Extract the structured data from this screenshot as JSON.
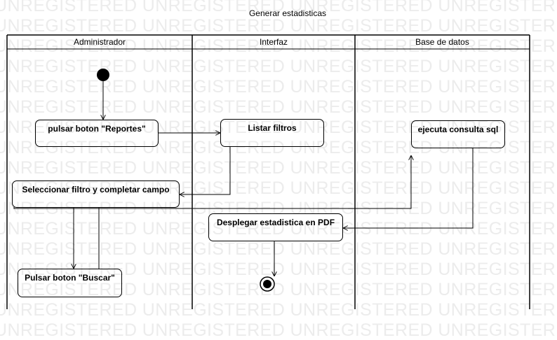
{
  "diagram": {
    "title": "Generar estadisticas",
    "watermark": "UNREGISTERED",
    "lanes": [
      {
        "label": "Administrador"
      },
      {
        "label": "Interfaz"
      },
      {
        "label": "Base de datos"
      }
    ],
    "actions": {
      "reportes": "pulsar boton \"Reportes\"",
      "listar": "Listar filtros",
      "seleccionar": "Seleccionar filtro y completar campo",
      "buscar": "Pulsar boton \"Buscar\"",
      "desplegar": "Desplegar estadistica en PDF",
      "consulta": "ejecuta consulta sql"
    },
    "colors": {
      "stroke": "#000000",
      "watermark": "#ececec"
    }
  }
}
